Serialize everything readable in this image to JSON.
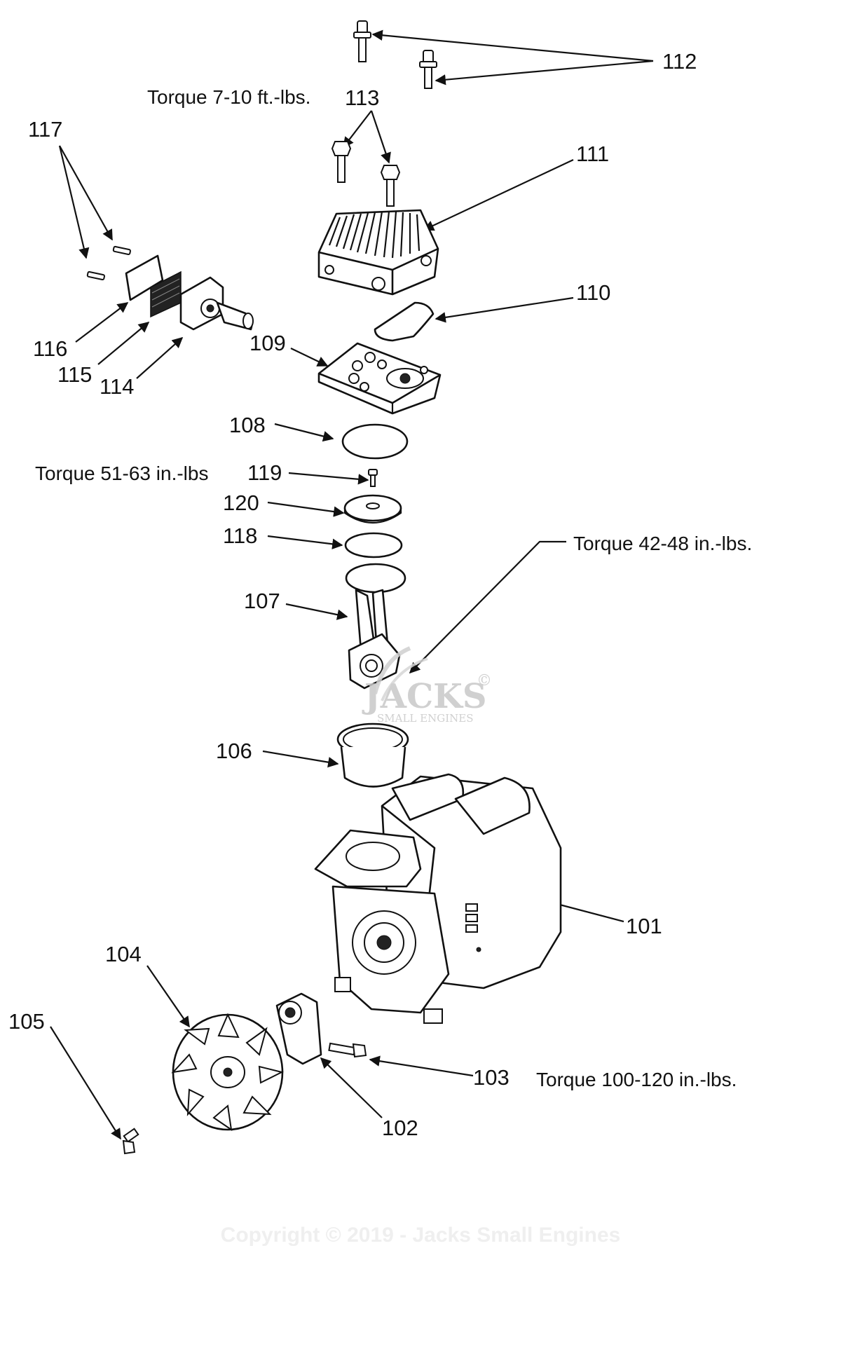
{
  "callouts": {
    "p101": "101",
    "p102": "102",
    "p103": "103",
    "p104": "104",
    "p105": "105",
    "p106": "106",
    "p107": "107",
    "p108": "108",
    "p109": "109",
    "p110": "110",
    "p111": "111",
    "p112": "112",
    "p113": "113",
    "p114": "114",
    "p115": "115",
    "p116": "116",
    "p117": "117",
    "p118": "118",
    "p119": "119",
    "p120": "120"
  },
  "torque_notes": {
    "t113": "Torque  7-10 ft.-lbs.",
    "t119": "Torque  51-63 in.-lbs",
    "t107": "Torque  42-48 in.-lbs.",
    "t103": "Torque 100-120 in.-lbs."
  },
  "watermark": {
    "brand": "JACKS",
    "sub": "SMALL ENGINES",
    "mark": "©",
    "copyright": "Copyright © 2019 - Jacks Small Engines"
  }
}
